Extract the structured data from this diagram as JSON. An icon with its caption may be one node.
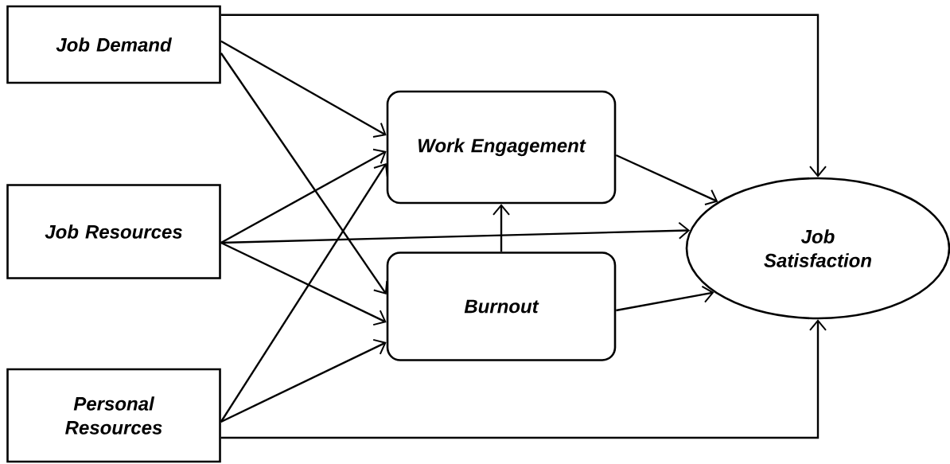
{
  "diagram": {
    "nodes": [
      {
        "text": [
          "Job Demand"
        ]
      },
      {
        "text": [
          "Job Resources"
        ]
      },
      {
        "text": [
          "Personal Resources"
        ]
      },
      {
        "text": [
          "Work Engagement"
        ]
      },
      {
        "text": [
          "Burnout"
        ]
      },
      {
        "text": [
          "Job Satisfaction"
        ]
      }
    ],
    "edges": [
      {
        "from": 0,
        "to": 5,
        "arrow": "to"
      },
      {
        "from": 0,
        "to": 3,
        "arrow": "to"
      },
      {
        "from": 0,
        "to": 4,
        "arrow": "to"
      },
      {
        "from": 1,
        "to": 3,
        "arrow": "to"
      },
      {
        "from": 1,
        "to": 5,
        "arrow": "to"
      },
      {
        "from": 1,
        "to": 4,
        "arrow": "to"
      },
      {
        "from": 2,
        "to": 3,
        "arrow": "to"
      },
      {
        "from": 2,
        "to": 4,
        "arrow": "to"
      },
      {
        "from": 2,
        "to": 5,
        "arrow": "to"
      },
      {
        "from": 4,
        "to": 3,
        "arrow": "to"
      },
      {
        "from": 3,
        "to": 5,
        "arrow": "to"
      },
      {
        "from": 4,
        "to": 5,
        "arrow": "to"
      }
    ]
  }
}
